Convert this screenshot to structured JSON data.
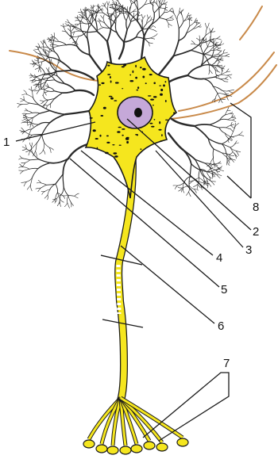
{
  "diagram": {
    "colors": {
      "cytoplasm": "#f5e61e",
      "nucleus": "#c5a8d8",
      "dendrite": "#2a2a2a",
      "afferent_axon": "#c98a4a",
      "granules": "#111111",
      "outline": "#1a1a1a"
    },
    "labels": [
      {
        "id": "1",
        "text": "1"
      },
      {
        "id": "2",
        "text": "2"
      },
      {
        "id": "3",
        "text": "3"
      },
      {
        "id": "4",
        "text": "4"
      },
      {
        "id": "5",
        "text": "5"
      },
      {
        "id": "6",
        "text": "6"
      },
      {
        "id": "7",
        "text": "7"
      },
      {
        "id": "8",
        "text": "8"
      }
    ]
  }
}
